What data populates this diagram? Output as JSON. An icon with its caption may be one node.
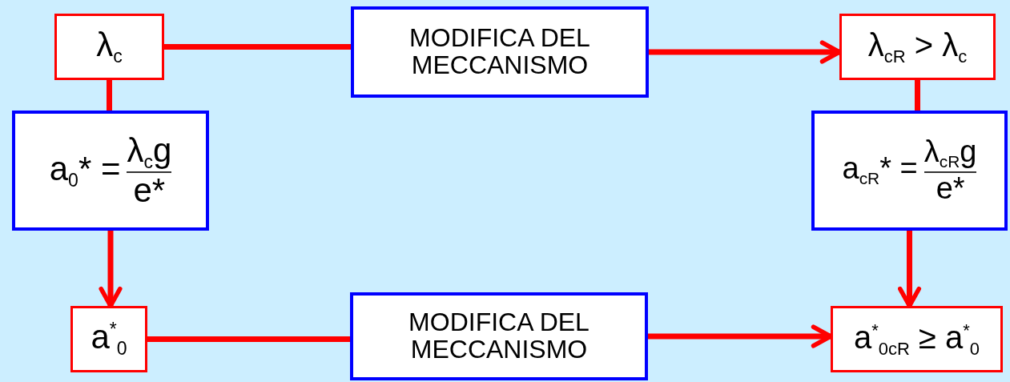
{
  "diagram": {
    "nodes": [
      {
        "text": [
          "λ$_{c}$"
        ]
      },
      {
        "text": [
          "MODIFICA DEL MECCANISMO"
        ]
      },
      {
        "text": [
          "λ$_{cR}$ > λ$_{c}$"
        ]
      },
      {
        "text": [
          "a$_{0}$* =",
          "λ$_{c}$g",
          "e*"
        ]
      },
      {
        "text": [
          "a$_{cR}$* =",
          "λ$_{cR}$g",
          "e*"
        ]
      },
      {
        "text": [
          "a$^{*}$$_{0}$"
        ]
      },
      {
        "text": [
          "MODIFICA DEL MECCANISMO"
        ]
      },
      {
        "text": [
          "a$^{*}$$_{0cR}$ ≥ a$^{*}$$_{0}$"
        ]
      }
    ],
    "edges": [
      {
        "from": 0,
        "to": 1,
        "arrow": "none"
      },
      {
        "from": 1,
        "to": 2,
        "arrow": "to"
      },
      {
        "from": 0,
        "to": 3,
        "arrow": "none"
      },
      {
        "from": 3,
        "to": 5,
        "arrow": "to"
      },
      {
        "from": 2,
        "to": 4,
        "arrow": "none"
      },
      {
        "from": 4,
        "to": 7,
        "arrow": "to"
      },
      {
        "from": 5,
        "to": 6,
        "arrow": "none"
      },
      {
        "from": 6,
        "to": 7,
        "arrow": "to"
      }
    ]
  }
}
